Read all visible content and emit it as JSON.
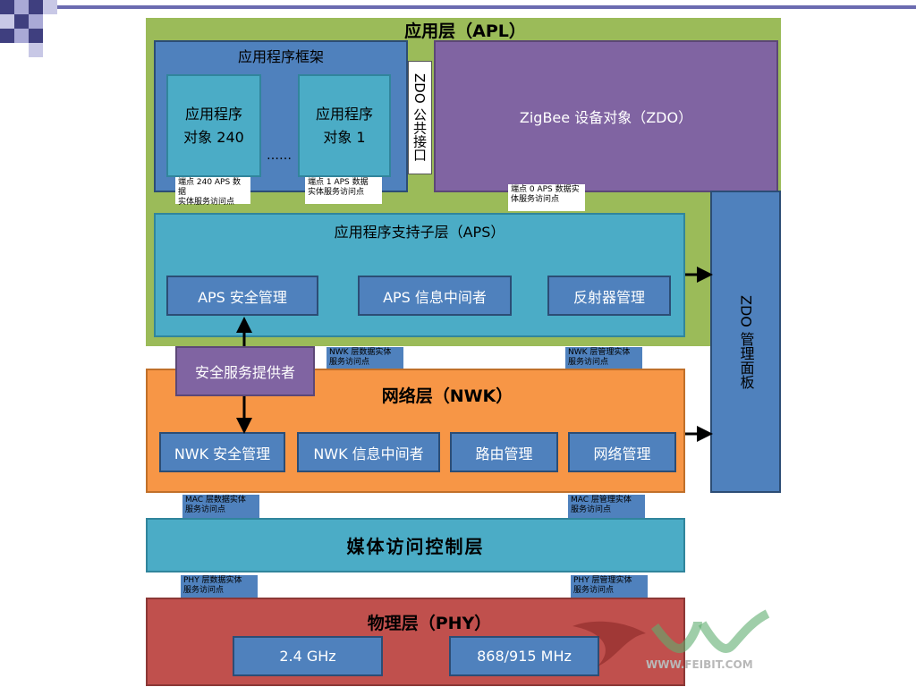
{
  "apl": {
    "title": "应用层（APL）"
  },
  "framework": {
    "title": "应用程序框架",
    "obj240": "应用程序\n对象 240",
    "obj1": "应用程序\n对象 1",
    "ellipsis": "……"
  },
  "zdo_public": "ZDO 公共接口",
  "zdo_obj": "ZigBee 设备对象（ZDO）",
  "sap": {
    "ep240": "端点 240 APS 数据\n实体服务访问点",
    "ep1": "端点 1 APS 数据\n实体服务访问点",
    "ep0": "端点 0 APS 数据实\n体服务访问点",
    "nwk_data": "NWK 层数据实体\n服务访问点",
    "nwk_mgmt": "NWK 层管理实体\n服务访问点",
    "mac_data": "MAC 层数据实体\n服务访问点",
    "mac_mgmt": "MAC 层管理实体\n服务访问点",
    "phy_data": "PHY 层数据实体\n服务访问点",
    "phy_mgmt": "PHY 层管理实体\n服务访问点"
  },
  "aps": {
    "title": "应用程序支持子层（APS）",
    "security": "APS 安全管理",
    "broker": "APS 信息中间者",
    "reflector": "反射器管理"
  },
  "zdo_panel": "ZDO 管理面板",
  "security_provider": "安全服务提供者",
  "nwk": {
    "title": "网络层（NWK）",
    "security": "NWK 安全管理",
    "broker": "NWK 信息中间者",
    "routing": "路由管理",
    "network": "网络管理"
  },
  "mac": {
    "title": "媒体访问控制层"
  },
  "phy": {
    "title": "物理层（PHY）",
    "band1": "2.4 GHz",
    "band2": "868/915 MHz"
  },
  "watermark": "WWW.FEIBIT.COM",
  "colors": {
    "apl_green": "#9bbb59",
    "blue": "#4f81bd",
    "teal": "#4bacc6",
    "purple": "#8064a2",
    "orange": "#f79646",
    "red": "#c0504d"
  }
}
